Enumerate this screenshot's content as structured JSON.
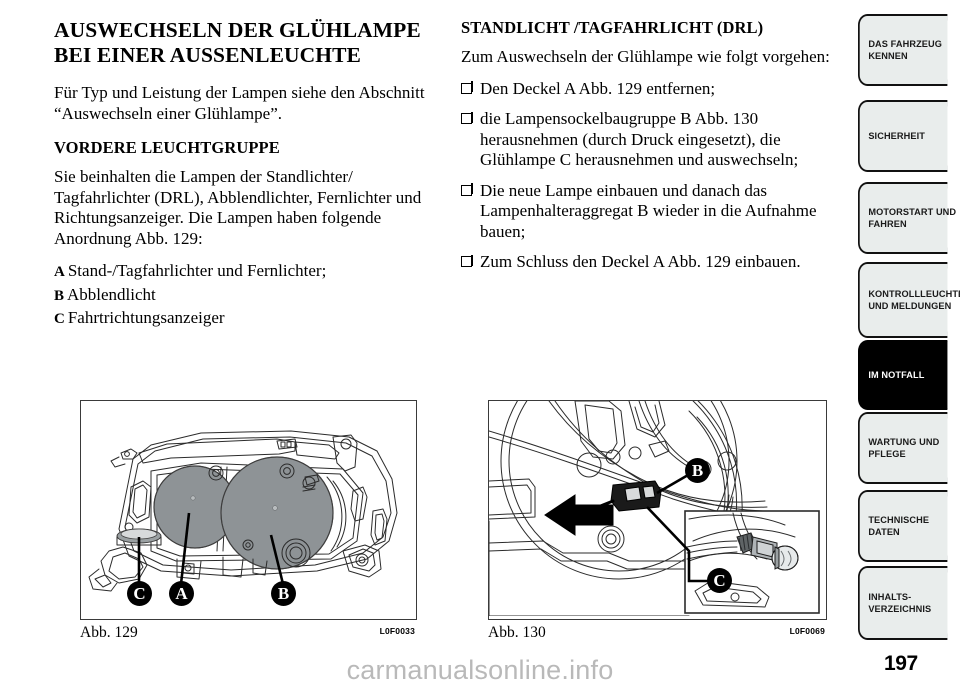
{
  "document": {
    "page_number": "197",
    "watermark": "carmanualsonline.info"
  },
  "left_column": {
    "title": "AUSWECHSELN DER GLÜHLAMPE BEI EINER AUSSENLEUCHTE",
    "intro": "Für Typ und Leistung der Lampen siehe den Abschnitt “Auswechseln einer Glühlampe”.",
    "section_title": "VORDERE LEUCHTGRUPPE",
    "section_text": "Sie beinhalten die Lampen der Standlichter/ Tagfahrlichter (DRL), Abblendlichter, Fernlichter und Richtungsanzeiger. Die Lampen haben folgende Anordnung Abb. 129:",
    "items": [
      {
        "letter": "A",
        "text": "Stand-/Tagfahrlichter und Fernlichter;"
      },
      {
        "letter": "B",
        "text": "Abblendlicht"
      },
      {
        "letter": "C",
        "text": "Fahrtrichtungsanzeiger"
      }
    ]
  },
  "right_column": {
    "section_title": "STANDLICHT /TAGFAHRLICHT (DRL)",
    "intro": "Zum Auswechseln der Glühlampe wie folgt vorgehen:",
    "steps": [
      "Den Deckel A Abb. 129 entfernen;",
      "die Lampensockelbaugruppe B Abb. 130 herausnehmen (durch Druck eingesetzt), die Glühlampe C herausnehmen und auswechseln;",
      "Die neue Lampe einbauen und danach das Lampenhalteraggregat B wieder in die Aufnahme bauen;",
      "Zum Schluss den Deckel A Abb. 129 einbauen."
    ]
  },
  "figures": [
    {
      "id": "fig-129",
      "caption": "Abb. 129",
      "code": "L0F0033",
      "callouts": [
        "C",
        "A",
        "B"
      ]
    },
    {
      "id": "fig-130",
      "caption": "Abb. 130",
      "code": "L0F0069",
      "callouts": [
        "B",
        "C"
      ]
    }
  ],
  "tabs": [
    {
      "label": "DAS FAHRZEUG\nKENNEN",
      "active": false
    },
    {
      "label": "SICHERHEIT",
      "active": false
    },
    {
      "label": "MOTORSTART UND\nFAHREN",
      "active": false
    },
    {
      "label": "KONTROLLLEUCHTEN\nUND MELDUNGEN",
      "active": false
    },
    {
      "label": "IM NOTFALL",
      "active": true
    },
    {
      "label": "WARTUNG UND\nPFLEGE",
      "active": false
    },
    {
      "label": "TECHNISCHE\nDATEN",
      "active": false
    },
    {
      "label": "INHALTS-\nVERZEICHNIS",
      "active": false
    }
  ],
  "colors": {
    "tab_background": "#e9edec",
    "tab_active_background": "#000000",
    "frame_border": "#3a3a3a",
    "watermark": "#b9b9b9",
    "cap_fill": "#8e9396"
  }
}
